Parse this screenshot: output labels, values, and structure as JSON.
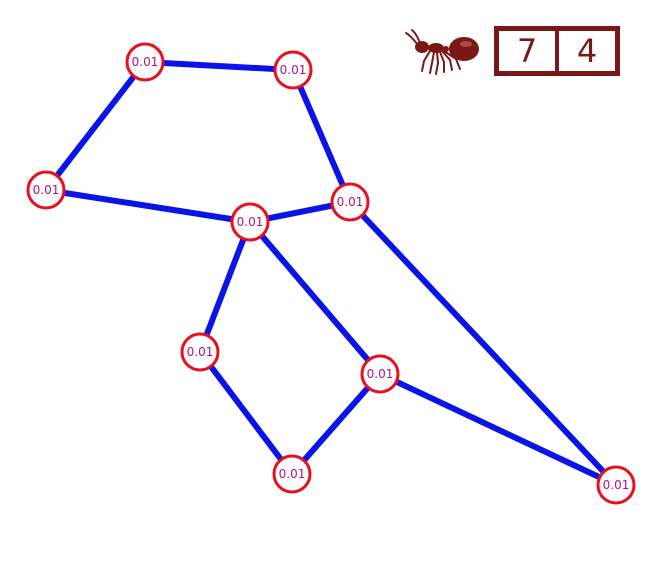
{
  "colors": {
    "edge": "#0a14e6",
    "node_stroke": "#e8101c",
    "node_label": "#b0157a",
    "score": "#7a1818"
  },
  "score": {
    "left": "7",
    "right": "4"
  },
  "icons": {
    "mascot": "ant-icon"
  },
  "nodes": [
    {
      "id": "n0",
      "label": "0.01"
    },
    {
      "id": "n1",
      "label": "0.01"
    },
    {
      "id": "n2",
      "label": "0.01"
    },
    {
      "id": "n3",
      "label": "0.01"
    },
    {
      "id": "n4",
      "label": "0.01"
    },
    {
      "id": "n5",
      "label": "0.01"
    },
    {
      "id": "n6",
      "label": "0.01"
    },
    {
      "id": "n7",
      "label": "0.01"
    },
    {
      "id": "n8",
      "label": "0.01"
    }
  ],
  "edges": [
    [
      "n0",
      "n1"
    ],
    [
      "n0",
      "n2"
    ],
    [
      "n1",
      "n4"
    ],
    [
      "n2",
      "n3"
    ],
    [
      "n3",
      "n4"
    ],
    [
      "n3",
      "n5"
    ],
    [
      "n3",
      "n6"
    ],
    [
      "n4",
      "n8"
    ],
    [
      "n5",
      "n7"
    ],
    [
      "n6",
      "n7"
    ],
    [
      "n6",
      "n8"
    ]
  ]
}
